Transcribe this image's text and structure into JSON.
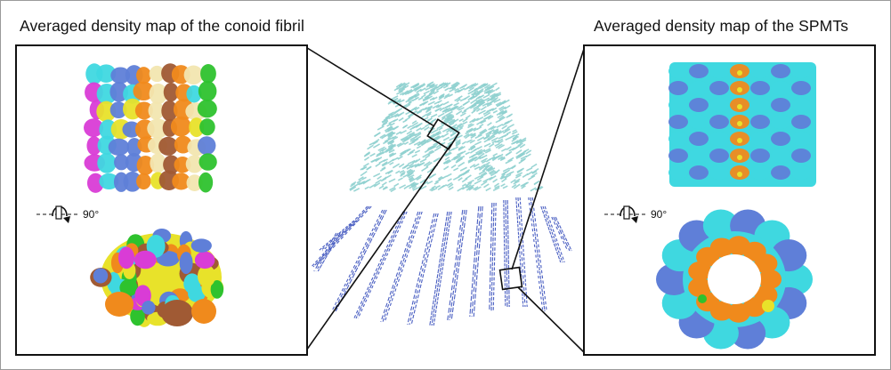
{
  "left_panel": {
    "title": "Averaged density map of the conoid fibril",
    "rotation_label": "90°"
  },
  "right_panel": {
    "title": "Averaged density map of the SPMTs",
    "rotation_label": "90°"
  },
  "colors": {
    "conoid_density": "#8fd0cf",
    "spmt_lines": "#4a5fc2",
    "cyan": "#3fd8e0",
    "slate_blue": "#5f7fd8",
    "orange": "#f08a1c",
    "brown": "#a05a34",
    "cream": "#f2e6b0",
    "yellow": "#e8e22a",
    "magenta": "#d93cd6",
    "green": "#2ec22e"
  }
}
